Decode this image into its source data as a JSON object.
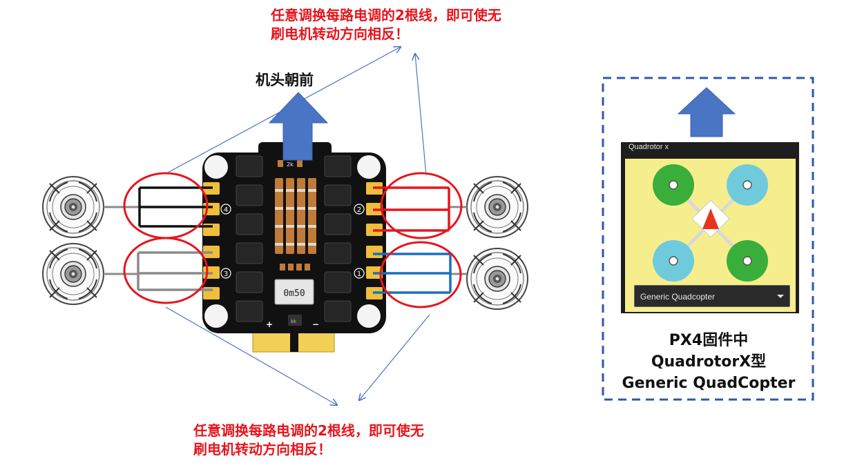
{
  "annotations": {
    "swap_note_top": [
      "任意调换每路电调的2根线，即可使无",
      "刷电机转动方向相反！"
    ],
    "swap_note_bottom": [
      "任意调换每路电调的2根线，即可使无",
      "刷电机转动方向相反！"
    ],
    "front_label": "机头朝前"
  },
  "esc_board": {
    "motor_ports": [
      "4",
      "2",
      "3",
      "1"
    ],
    "marks": {
      "plus": "+",
      "minus": "−",
      "resistor": "0m50",
      "cap_a": "2k",
      "cap_b": "kk"
    }
  },
  "px4_panel": {
    "airframe_title": "Quadrotor x",
    "airframe_select_value": "Generic Quadcopter",
    "caption_lines": [
      "PX4固件中",
      "QuadrotorX型",
      "Generic QuadCopter"
    ]
  },
  "colors": {
    "annotation_red": "#e8141c",
    "arrow_blue": "#4a74c4",
    "wire_black": "#111111",
    "wire_gray": "#8a8a8a",
    "wire_red": "#e8141c",
    "wire_blue": "#1a6fc0",
    "pad_gold": "#efbe3a",
    "panel_yellow": "#f6ee8c",
    "motor_green": "#3aae3a",
    "motor_cyan": "#6fcbdc"
  }
}
